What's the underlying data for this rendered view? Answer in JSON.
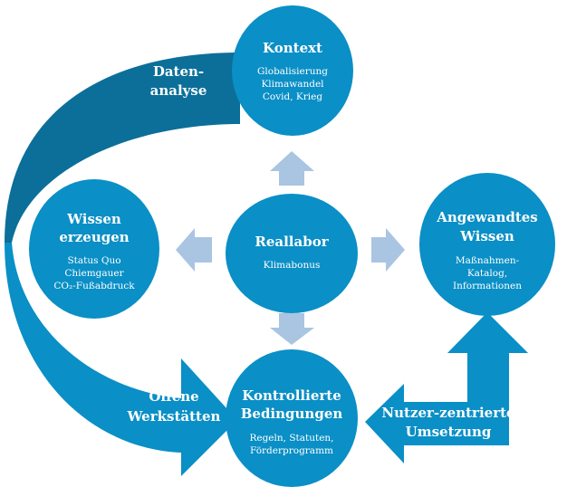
{
  "colors": {
    "circle": "#0a8fc6",
    "dark_arc": "#0b6f99",
    "light_arrow": "#a9c5e1",
    "text": "#ffffff"
  },
  "nodes": {
    "kontext": {
      "title": [
        "Kontext"
      ],
      "lines": [
        "Globalisierung",
        "Klimawandel",
        "Covid,  Krieg"
      ]
    },
    "reallabor": {
      "title": [
        "Reallabor"
      ],
      "lines": [
        "Klimabonus"
      ]
    },
    "wissen": {
      "title": [
        "Wissen",
        "erzeugen"
      ],
      "lines": [
        "Status Quo",
        "Chiemgauer",
        "CO₂-Fußabdruck"
      ]
    },
    "angewandt": {
      "title": [
        "Angewandtes",
        "Wissen"
      ],
      "lines": [
        "Maßnahmen-",
        "Katalog,",
        "Informationen"
      ]
    },
    "kontrolliert": {
      "title": [
        "Kontrollierte",
        "Bedingungen"
      ],
      "lines": [
        "Regeln,  Statuten,",
        "Förderprogramm"
      ]
    }
  },
  "flows": {
    "datenanalyse": [
      "Daten-",
      "analyse"
    ],
    "offene": [
      "Offene",
      "Werkstätten"
    ],
    "nutzer": [
      "Nutzer-zentrierte",
      "Umsetzung"
    ]
  }
}
